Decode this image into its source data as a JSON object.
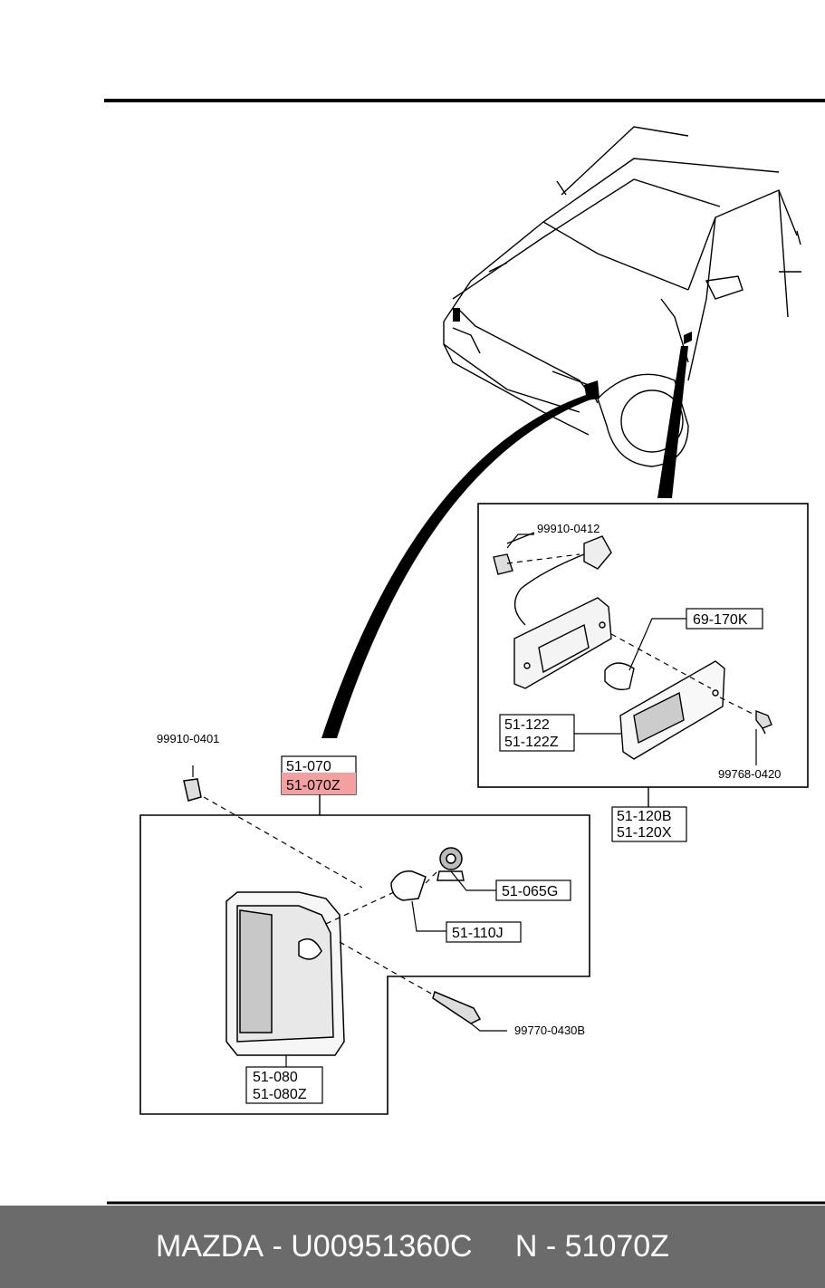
{
  "diagram": {
    "labels": {
      "clip_front": "99910-0401",
      "corner_lamp_1": "51-070",
      "corner_lamp_2": "51-070Z",
      "socket": "51-065G",
      "bulb_front": "51-110J",
      "screw_front": "99770-0430B",
      "lens_1": "51-080",
      "lens_2": "51-080Z",
      "clip_side": "99910-0412",
      "bulb_side": "69-170K",
      "side_lens_1": "51-122",
      "side_lens_2": "51-122Z",
      "screw_side": "99768-0420",
      "side_lamp_1": "51-120B",
      "side_lamp_2": "51-120X"
    },
    "highlight": {
      "target": "51-070Z",
      "color": "#f4a0a0"
    }
  },
  "footer": {
    "brand": "MAZDA",
    "part_number": "U00951360C",
    "ref_prefix": "N",
    "ref_number": "51070Z",
    "background": "#6b6b6b"
  }
}
